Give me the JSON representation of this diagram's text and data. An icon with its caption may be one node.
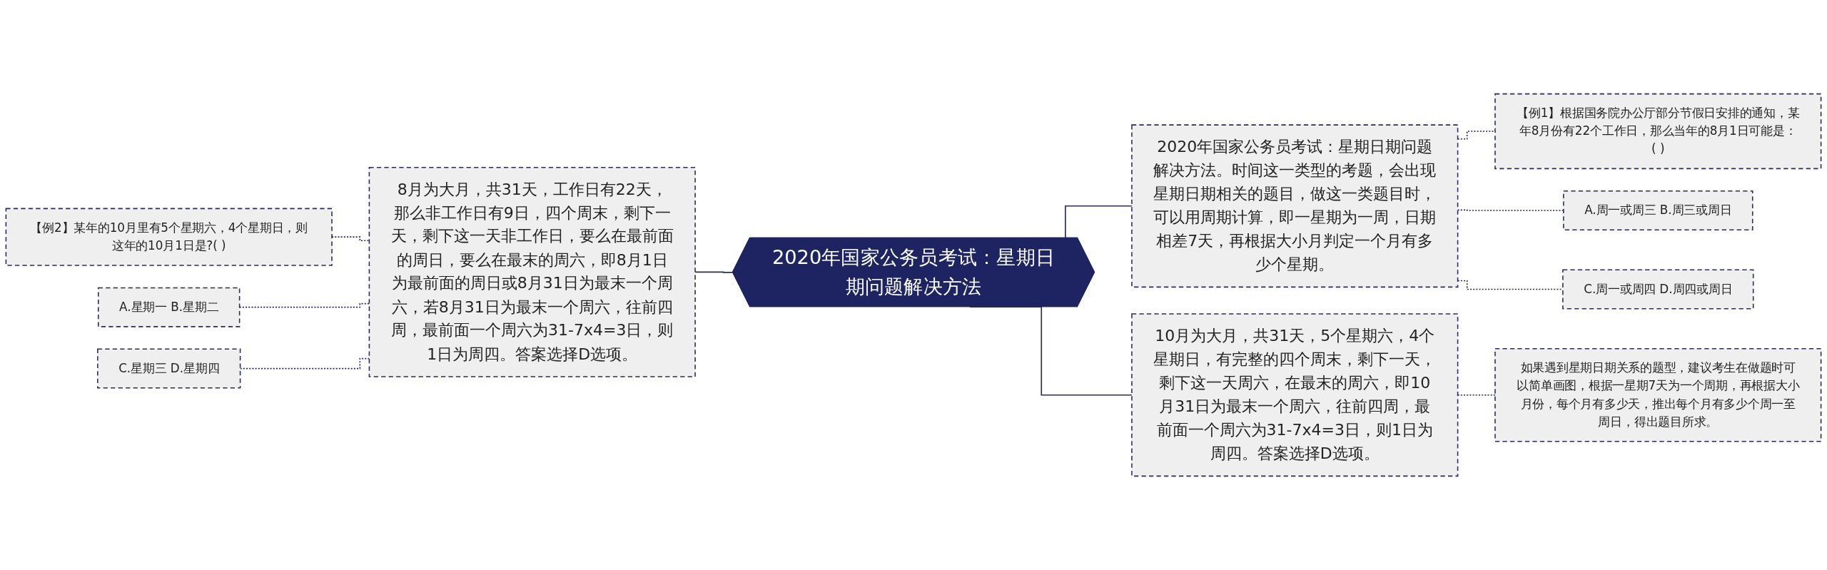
{
  "diagram": {
    "nodes": [
      {
        "text": [
          "2020年国家公务员考试：星期日期问题解决方法"
        ]
      },
      {
        "text": [
          "2020年国家公务员考试：星期日期问题解决方法。时间这一类型的考题，会出现星期日期相关的题目，做这一类题目时，可以用周期计算，即一星期为一周，日期相差7天，再根据大小月判定一个月有多少个星期。"
        ]
      },
      {
        "text": [
          "【例1】根据国务院办公厅部分节假日安排的通知，某年8月份有22个工作日，那么当年的8月1日可能是：( )"
        ]
      },
      {
        "text": [
          "A.周一或周三 B.周三或周日"
        ]
      },
      {
        "text": [
          "C.周一或周四 D.周四或周日"
        ]
      },
      {
        "text": [
          "10月为大月，共31天，5个星期六，4个星期日，有完整的四个周末，剩下一天，剩下这一天周六，在最末的周六，即10月31日为最末一个周六，往前四周，最前面一个周六为31-7x4=3日，则1日为周四。答案选择D选项。"
        ]
      },
      {
        "text": [
          "如果遇到星期日期关系的题型，建议考生在做题时可以简单画图，根据一星期7天为一个周期，再根据大小月份，每个月有多少天，推出每个月有多少个周一至周日，得出题目所求。"
        ]
      },
      {
        "text": [
          "8月为大月，共31天，工作日有22天，那么非工作日有9日，四个周末，剩下一天，剩下这一天非工作日，要么在最前面的周日，要么在最末的周六，即8月1日为最前面的周日或8月31日为最末一个周六，若8月31日为最末一个周六，往前四周，最前面一个周六为31-7x4=3日，则1日为周四。答案选择D选项。"
        ]
      },
      {
        "text": [
          "【例2】某年的10月里有5个星期六，4个星期日，则这年的10月1日是?( )"
        ]
      },
      {
        "text": [
          "A.星期一 B.星期二"
        ]
      },
      {
        "text": [
          "C.星期三 D.星期四"
        ]
      }
    ],
    "edges": [
      {
        "from": 0,
        "to": 1,
        "arrow": "none"
      },
      {
        "from": 1,
        "to": 2,
        "arrow": "none",
        "style": "dashed"
      },
      {
        "from": 1,
        "to": 3,
        "arrow": "none",
        "style": "dashed"
      },
      {
        "from": 1,
        "to": 4,
        "arrow": "none",
        "style": "dashed"
      },
      {
        "from": 0,
        "to": 5,
        "arrow": "none"
      },
      {
        "from": 5,
        "to": 6,
        "arrow": "none",
        "style": "dashed"
      },
      {
        "from": 7,
        "to": 0,
        "arrow": "none"
      },
      {
        "from": 8,
        "to": 7,
        "arrow": "none",
        "style": "dashed"
      },
      {
        "from": 9,
        "to": 7,
        "arrow": "none",
        "style": "dashed"
      },
      {
        "from": 10,
        "to": 7,
        "arrow": "none",
        "style": "dashed"
      }
    ]
  }
}
